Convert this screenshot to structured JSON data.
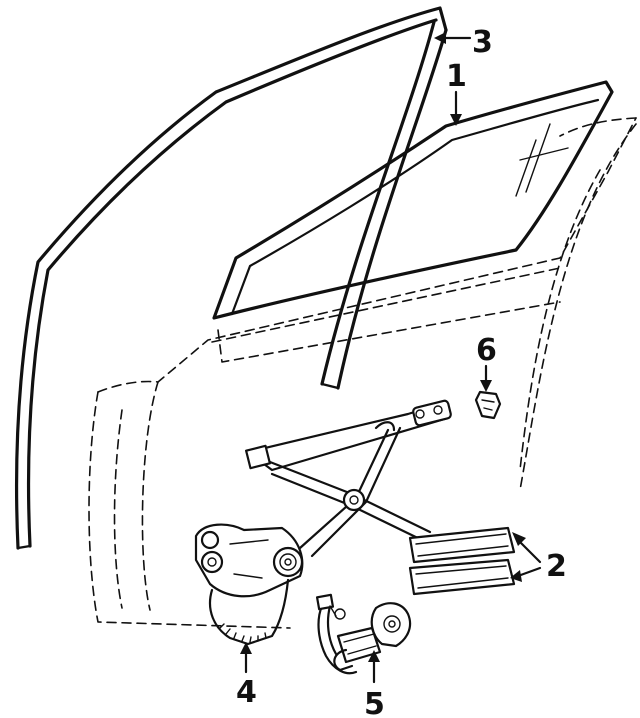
{
  "diagram": {
    "stroke_color": "#111111",
    "background": "#ffffff",
    "callouts": [
      {
        "id": "glass",
        "number": "1"
      },
      {
        "id": "regulator-rails",
        "number": "2"
      },
      {
        "id": "run-channel",
        "number": "3"
      },
      {
        "id": "regulator",
        "number": "4"
      },
      {
        "id": "motor",
        "number": "5"
      },
      {
        "id": "clip",
        "number": "6"
      }
    ]
  }
}
